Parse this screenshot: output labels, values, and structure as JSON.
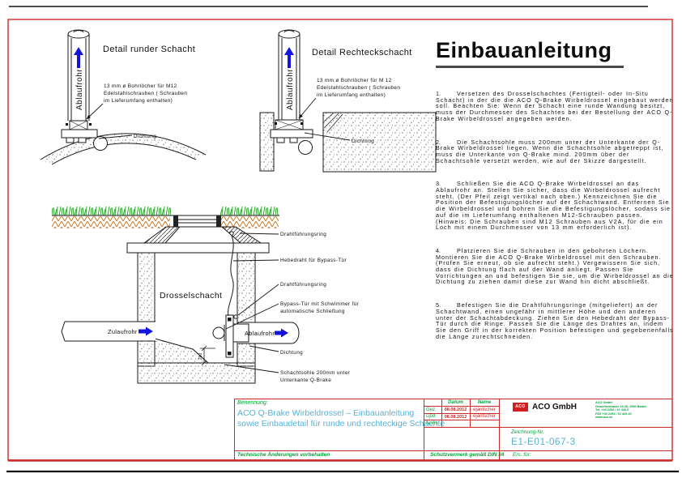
{
  "heading": {
    "title": "Einbauanleitung"
  },
  "instructions": [
    {
      "num": "1.",
      "text": "Versetzen des Drosselschachtes (Fertigteil- oder In-Situ Schacht) in der die die ACO Q-Brake Wirbeldrossel eingebaut werden soll. Beachten Sie: Wenn der Schacht eine runde Wandung besitzt, muss der Durchmesser des Schachtes bei der Bestellung der ACO Q-Brake Wirbeldrossel angegeben werden."
    },
    {
      "num": "2.",
      "text": "Die Schachtsohle muss 200mm unter der Unterkante der Q-Brake Wirbeldrossel liegen. Wenn die Schachtsohle abgetreppt ist, muss die Unterkante von Q-Brake mind. 200mm über der Schachtsohle versetzt werden, wie auf der Skizze dargestellt."
    },
    {
      "num": "3.",
      "text": "Schließen Sie die ACO Q-Brake Wirbeldrossel an das Ablaufrohr an. Stellen Sie sicher, dass die Wirbeldrossel aufrecht steht. (Der Pfeil zeigt vertikal nach oben.) Kennzeichnen Sie die Position der Befestigungslöcher auf der Schachtwand. Entfernen Sie die Wirbeldrossel und bohren Sie die Befestigungslöcher, sodass sie auf die im Lieferumfang enthaltenen M12-Schrauben passen. (Hinweis: Die Schrauben sind M12 Schrauben aus V2A, für die ein Loch mit einem Durchmesser von 13 mm erforderlich ist)."
    },
    {
      "num": "4.",
      "text": "Platzieren Sie die Schrauben in den gebohrten Löchern. Montieren Sie die ACO Q-Brake Wirbeldrossel mit den Schrauben. (Prüfen Sie erneut, ob sie aufrecht steht.) Vergewissern Sie sich, dass die Dichtung flach auf der Wand anliegt. Passen Sie Vorrichtungen an und befestigen Sie sie, um die Wirbeldrossel an die Dichtung zu ziehen damit diese zur Wand hin dicht abschließt."
    },
    {
      "num": "5.",
      "text": "Befestigen Sie die Drahtführungsringe (mitgeliefert) an der Schachtwand, einen ungefähr in mittlerer Höhe und den anderen unter der Schachtabdeckung. Ziehen Sie den Hebedraht der Bypass-Tür durch die Ringe. Passen Sie die Länge des Drahtes an, indem Sie den Griff in der korrekten Position befestigen und gegebenenfalls die Länge zurechtschneiden."
    }
  ],
  "detail_round": {
    "title": "Detail runder Schacht",
    "pipe_label": "Ablaufrohr",
    "note_line1": "13 mm ø Bohrlöcher für M12",
    "note_line2": "Edelstahlschrauben ( Schrauben",
    "note_line3": "im Lieferumfang enthalten)",
    "seal_label": "Dichtung"
  },
  "detail_rect": {
    "title": "Detail Rechteckschacht",
    "pipe_label": "Ablaufrohr",
    "note_line1": "13 mm ø Bohrlöcher für M 12",
    "note_line2": "Edelstahlschrauben ( Schrauben",
    "note_line3": "im Lieferumfang enthalten)",
    "seal_label": "Dichtung"
  },
  "main_drawing": {
    "shaft_label": "Drosselschacht",
    "inlet_label": "Zulaufrohr",
    "outlet_label": "Ablaufrohr",
    "wire_ring_top": "Drahtführungsring",
    "lift_wire": "Hebedraht für Bypass-Tür",
    "wire_ring_mid": "Drahtführungsring",
    "bypass_line1": "Bypass-Tür mit Schwimmer für",
    "bypass_line2": "automatische Schließung",
    "seal": "Dichtung",
    "sole_line1": "Schachtsohle 200mm unter",
    "sole_line2": "Unterkante Q-Brake",
    "dim_200": "200"
  },
  "title_block": {
    "benennung_label": "Benennung:",
    "title_line1": "ACO Q-Brake Wirbeldrossel – Einbauanleitung",
    "title_line2": "sowie Einbaudetail für runde und rechteckige Schächte",
    "footer_left": "Technische Änderungen vorbehalten",
    "table": {
      "col_date": "Datum",
      "col_name": "Name",
      "rows": [
        {
          "label": "Gez.",
          "date": "08.08.2012",
          "name": "ejantscher"
        },
        {
          "label": "Upd.",
          "date": "08.08.2012",
          "name": "ejantscher"
        },
        {
          "label": "Norm",
          "date": "",
          "name": ""
        }
      ]
    },
    "logo_text": "ACO",
    "company": "ACO GmbH",
    "address_line1": "ACO GmbH",
    "address_line2": "Gewerbestrasse 14-20, 2500 Baden",
    "address_line3": "Tel. +43 2252 / 22 420-0",
    "address_line4": "FAX +43 2252 / 22 420-20",
    "address_line5": "www.aco.at",
    "drawing_no_label": "Zeichnung-Nr.",
    "drawing_no": "E1-E01-067-3",
    "protection_note": "Schutzvermerk gemäß DIN 34",
    "ers_label": "Ers. für:"
  },
  "colors": {
    "accent_blue": "#1414dc",
    "text_blue": "#58b2d6",
    "line_red": "#cc2a2a",
    "label_green": "#00a33c",
    "grass_green": "#2aa32a",
    "soil_orange": "#c87a28"
  }
}
